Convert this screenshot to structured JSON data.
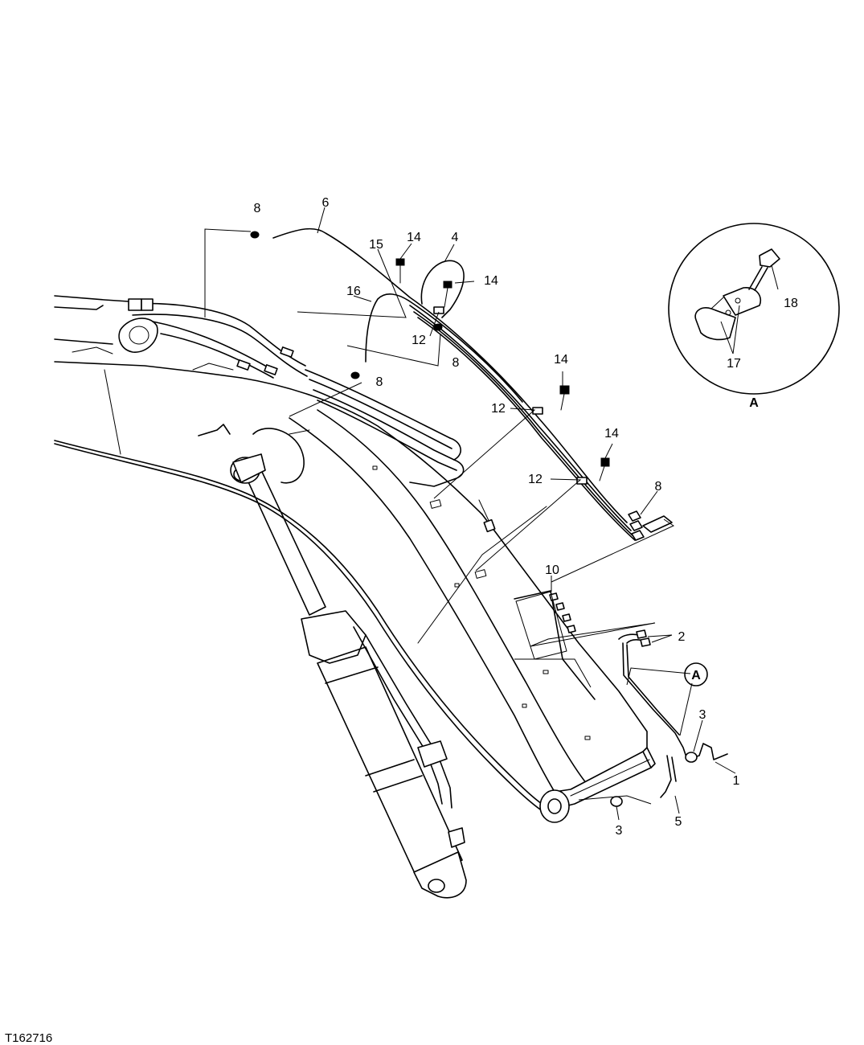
{
  "figure": {
    "id": "T162716",
    "detail_view_label": "A"
  },
  "callouts": [
    {
      "label": "8"
    },
    {
      "label": "6"
    },
    {
      "label": "15"
    },
    {
      "label": "14"
    },
    {
      "label": "4"
    },
    {
      "label": "14"
    },
    {
      "label": "16"
    },
    {
      "label": "12"
    },
    {
      "label": "8"
    },
    {
      "label": "8"
    },
    {
      "label": "14"
    },
    {
      "label": "12"
    },
    {
      "label": "14"
    },
    {
      "label": "12"
    },
    {
      "label": "8"
    },
    {
      "label": "10"
    },
    {
      "label": "2"
    },
    {
      "label": "A"
    },
    {
      "label": "3"
    },
    {
      "label": "1"
    },
    {
      "label": "5"
    },
    {
      "label": "3"
    },
    {
      "label": "18"
    },
    {
      "label": "17"
    }
  ]
}
